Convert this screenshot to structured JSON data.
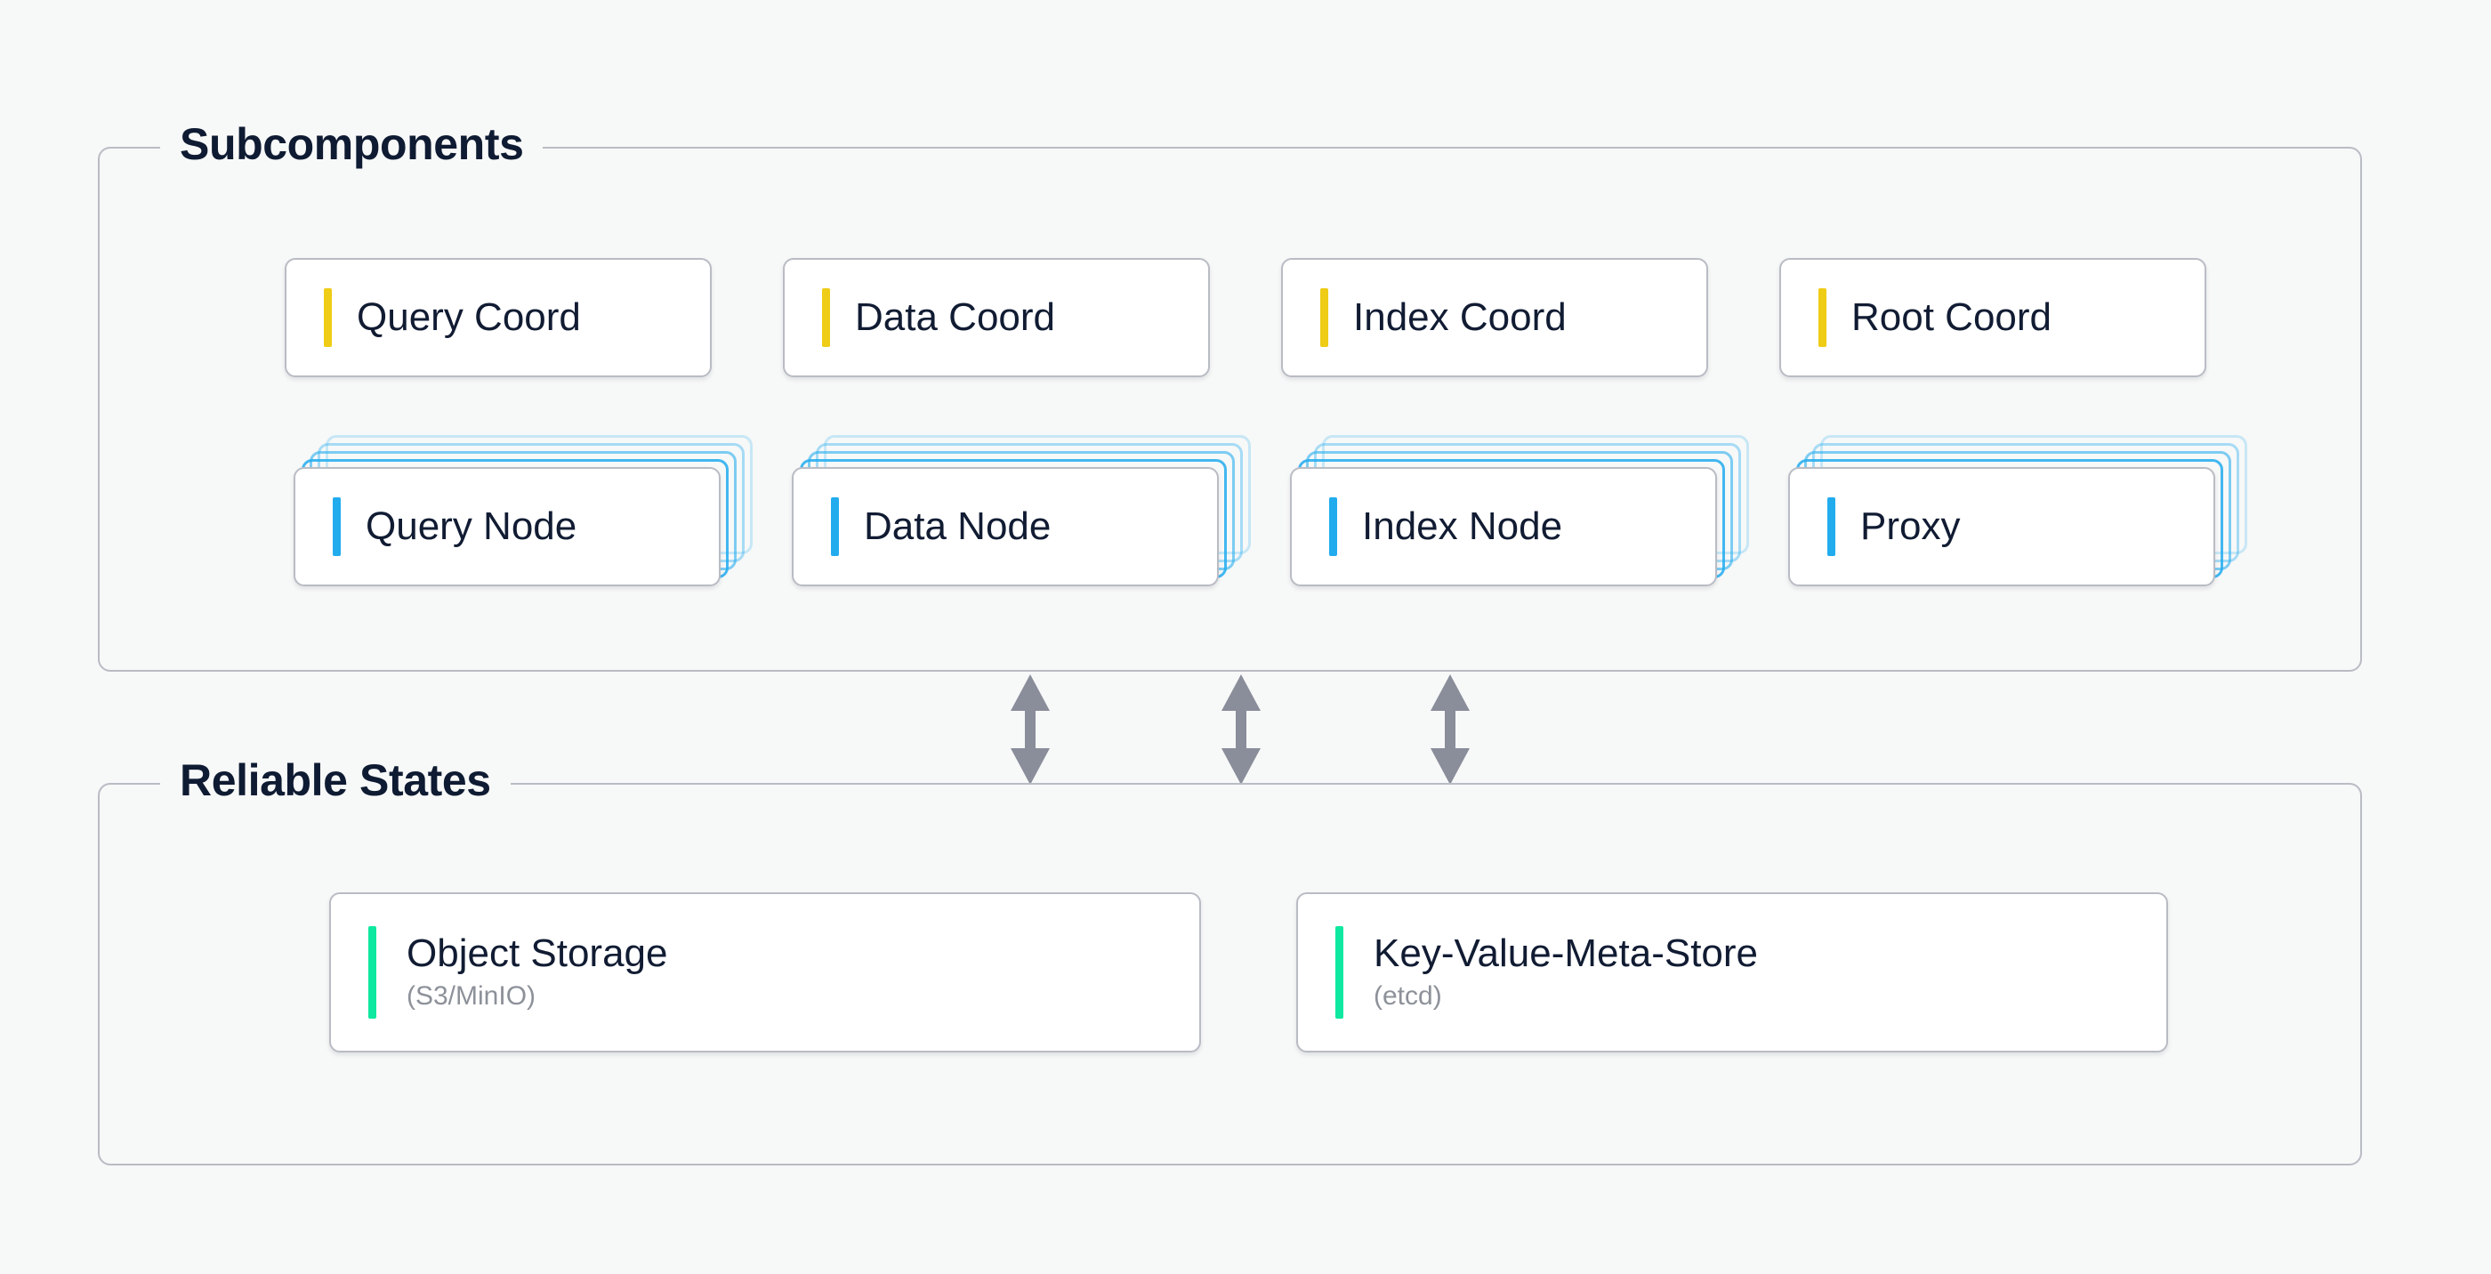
{
  "canvas": {
    "background": "#F7F8F8"
  },
  "palette": {
    "coord_accent": "#EFCC16",
    "node_accent": "#22ACEE",
    "state_accent": "#0FE8A0",
    "card_border": "#B9BCC4",
    "title_color": "#111C33",
    "subtitle_color": "#8D9199",
    "arrow_color": "#8A8D9A"
  },
  "sections": [
    {
      "id": "subcomponents",
      "legend": "Subcomponents",
      "coordinators": [
        {
          "label": "Query Coord"
        },
        {
          "label": "Data Coord"
        },
        {
          "label": "Index Coord"
        },
        {
          "label": "Root Coord"
        }
      ],
      "nodes": [
        {
          "label": "Query Node",
          "stack_layers": 4
        },
        {
          "label": "Data Node",
          "stack_layers": 4
        },
        {
          "label": "Index Node",
          "stack_layers": 4
        },
        {
          "label": "Proxy",
          "stack_layers": 4
        }
      ]
    },
    {
      "id": "reliable-states",
      "legend": "Reliable States",
      "stores": [
        {
          "label": "Object Storage",
          "sublabel": "(S3/MinIO)"
        },
        {
          "label": "Key-Value-Meta-Store",
          "sublabel": "(etcd)"
        }
      ]
    }
  ],
  "connectors": {
    "count": 3,
    "kind": "double-headed-vertical-arrow"
  }
}
